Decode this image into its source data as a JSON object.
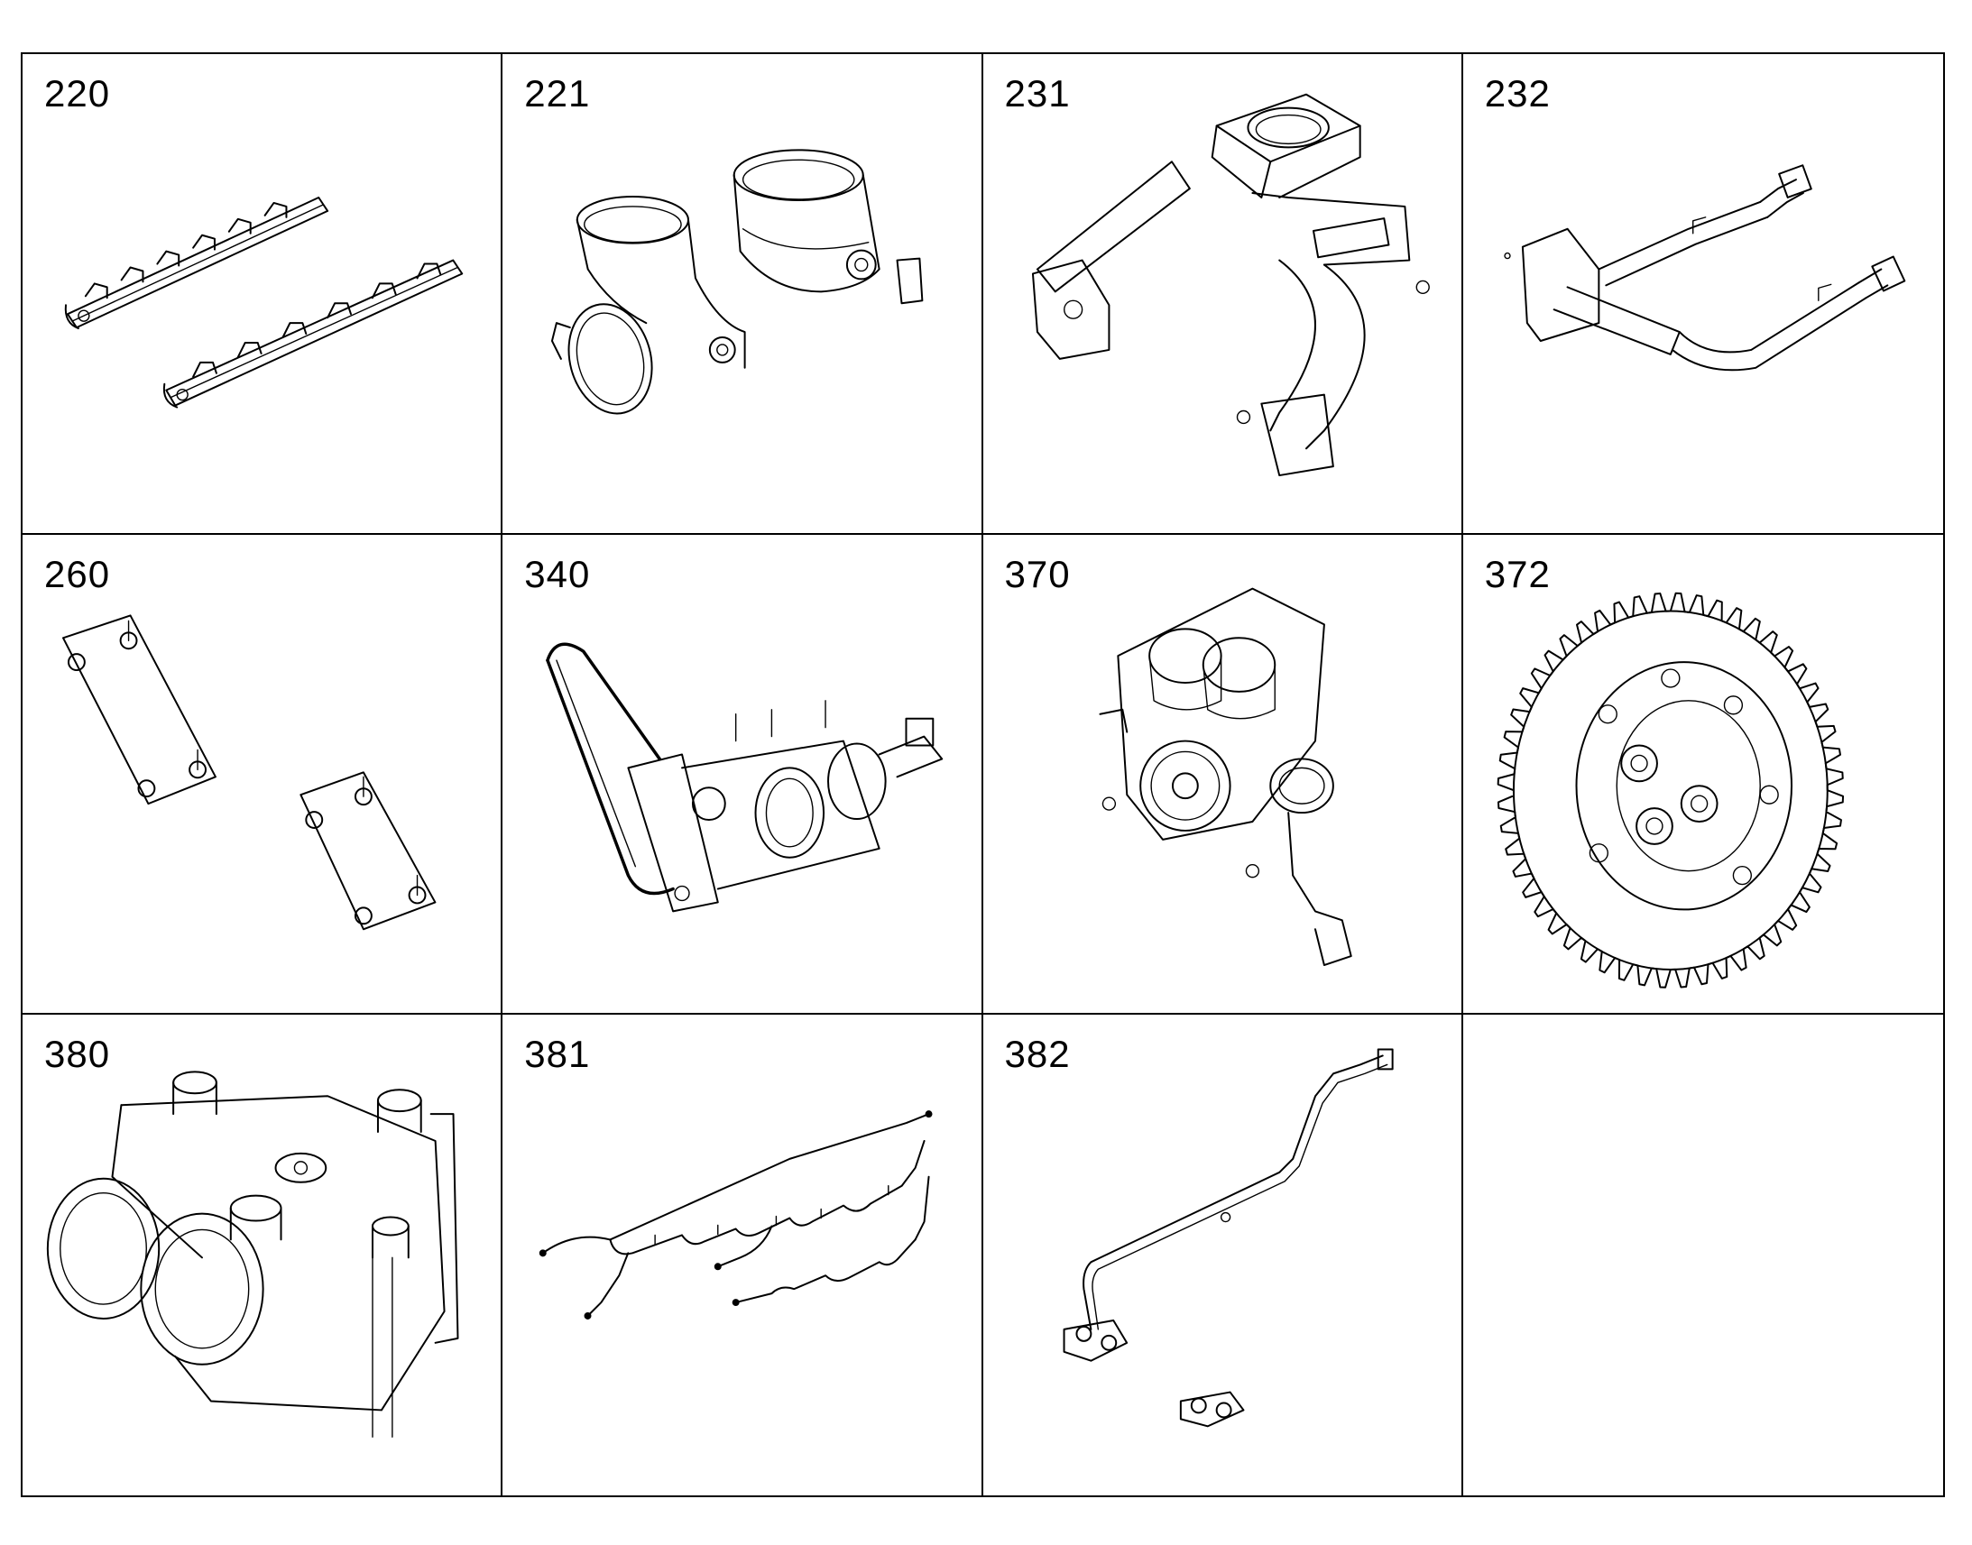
{
  "parts": [
    {
      "number": "220",
      "icon": "exhaust-manifolds-icon"
    },
    {
      "number": "221",
      "icon": "intake-connector-icon"
    },
    {
      "number": "231",
      "icon": "exhaust-pipe-bracket-icon"
    },
    {
      "number": "232",
      "icon": "coolant-pipes-icon"
    },
    {
      "number": "260",
      "icon": "cover-plates-icon"
    },
    {
      "number": "340",
      "icon": "belt-tensioner-icon"
    },
    {
      "number": "370",
      "icon": "oil-pump-assembly-icon"
    },
    {
      "number": "372",
      "icon": "spur-gear-icon"
    },
    {
      "number": "380",
      "icon": "pump-housing-icon"
    },
    {
      "number": "381",
      "icon": "wiring-harness-icon"
    },
    {
      "number": "382",
      "icon": "fuel-line-icon"
    },
    {
      "number": "",
      "icon": ""
    }
  ]
}
